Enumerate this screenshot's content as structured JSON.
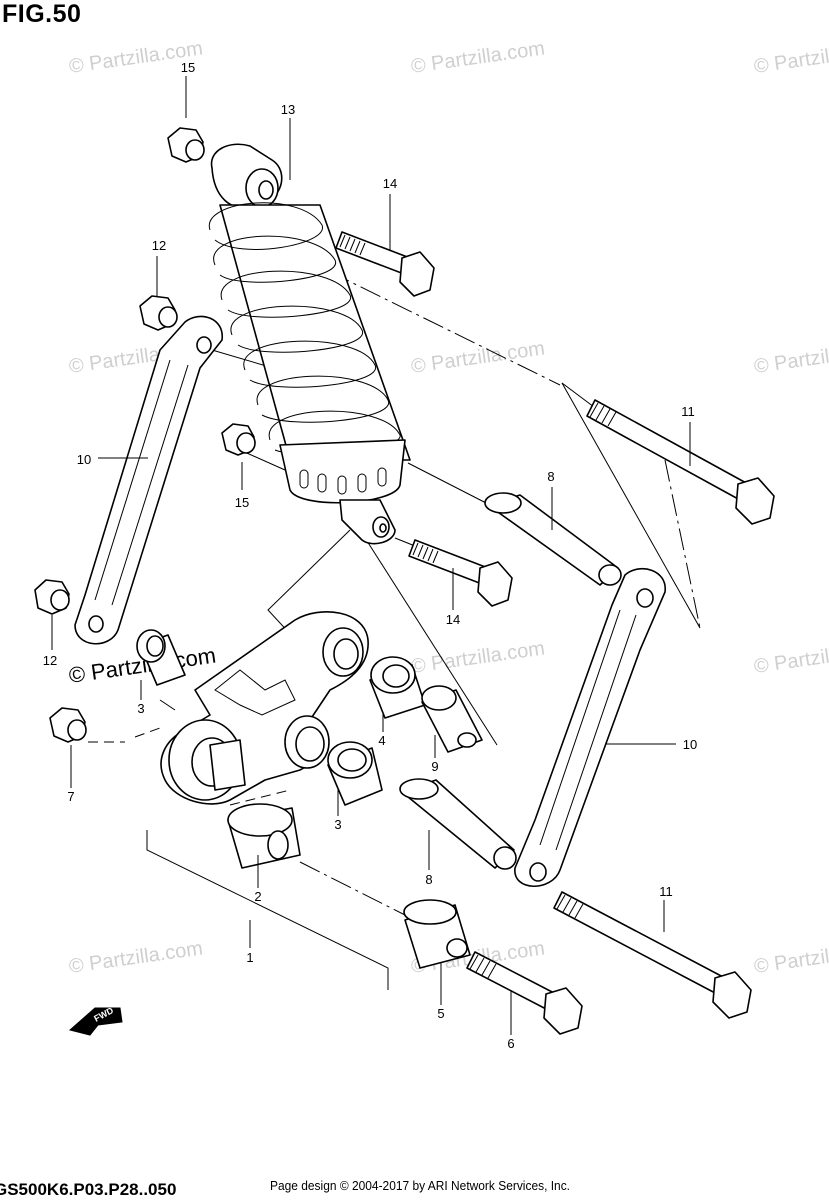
{
  "figure": {
    "title": "FIG.50"
  },
  "footer": {
    "code": "GS500K6.P03.P28..050",
    "credit": "Page design © 2004-2017 by ARI Network Services, Inc."
  },
  "watermark": {
    "text": "© Partzilla.com"
  },
  "fwd_label": "FWD",
  "callouts": [
    "15",
    "13",
    "14",
    "12",
    "10",
    "15",
    "11",
    "8",
    "14",
    "12",
    "3",
    "4",
    "9",
    "10",
    "7",
    "3",
    "8",
    "2",
    "1",
    "11",
    "5",
    "6"
  ]
}
